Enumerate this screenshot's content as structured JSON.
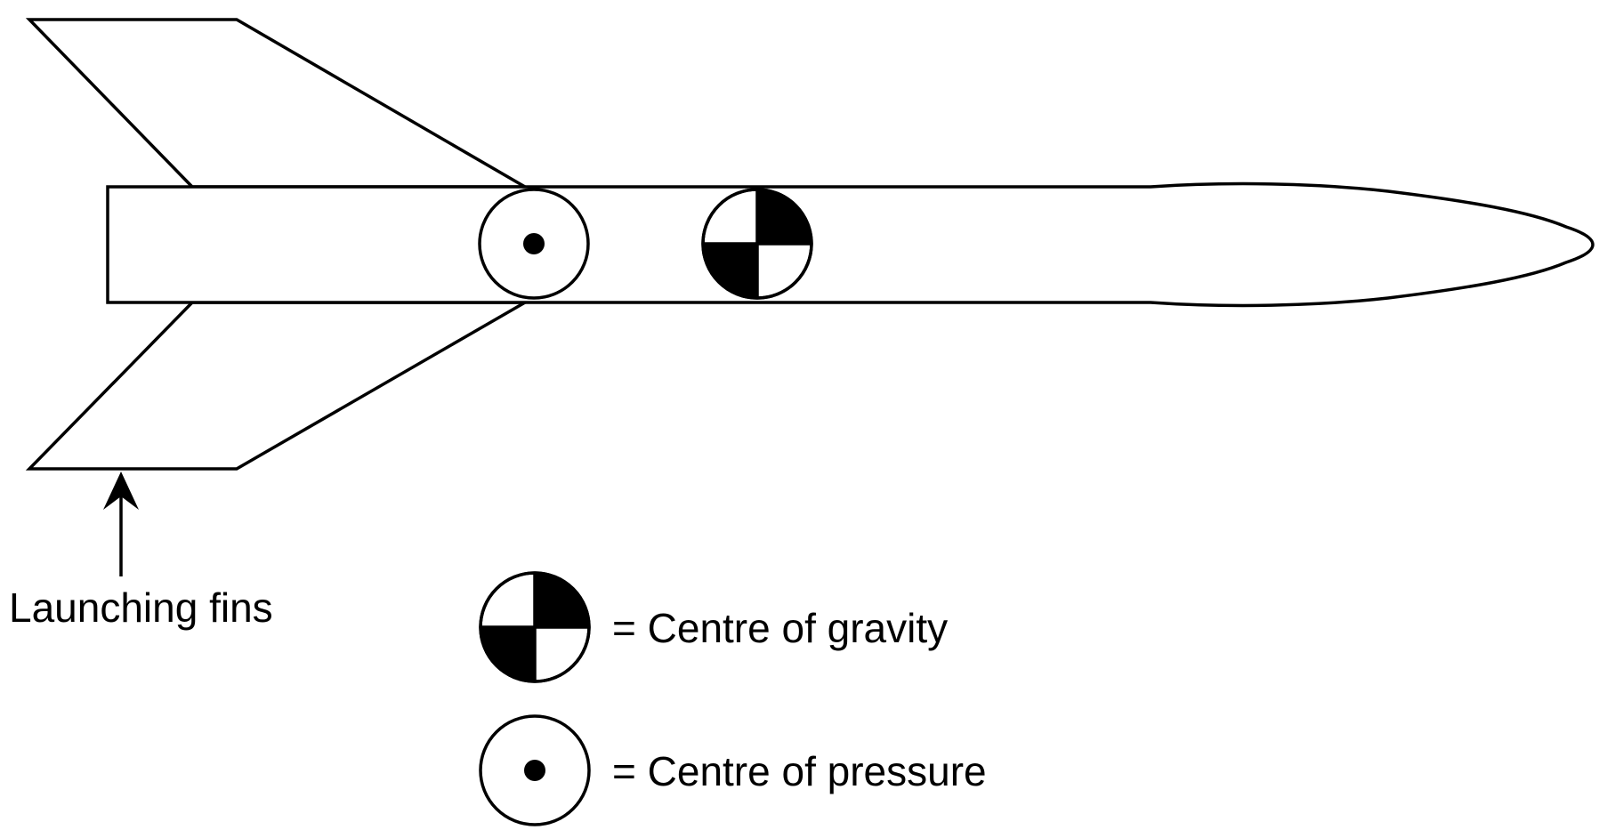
{
  "annotation": {
    "fins_label": "Launching fins"
  },
  "legend": {
    "gravity_label": "= Centre of gravity",
    "pressure_label": "= Centre of pressure"
  },
  "colors": {
    "line": "#000000",
    "background": "#ffffff"
  }
}
